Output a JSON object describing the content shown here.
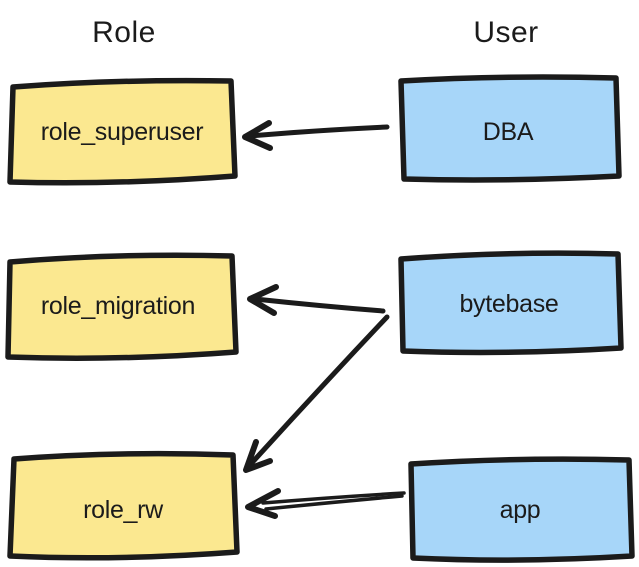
{
  "diagram": {
    "columns": [
      {
        "label": "Role"
      },
      {
        "label": "User"
      }
    ],
    "role_nodes": [
      {
        "id": "role_superuser",
        "label": "role_superuser"
      },
      {
        "id": "role_migration",
        "label": "role_migration"
      },
      {
        "id": "role_rw",
        "label": "role_rw"
      }
    ],
    "user_nodes": [
      {
        "id": "DBA",
        "label": "DBA"
      },
      {
        "id": "bytebase",
        "label": "bytebase"
      },
      {
        "id": "app",
        "label": "app"
      }
    ],
    "edges": [
      {
        "from": "DBA",
        "to": "role_superuser"
      },
      {
        "from": "bytebase",
        "to": "role_migration"
      },
      {
        "from": "bytebase",
        "to": "role_rw"
      },
      {
        "from": "app",
        "to": "role_rw"
      }
    ],
    "colors": {
      "role_fill": "#FBE890",
      "user_fill": "#A7D6F9",
      "ink": "#1B1B1B",
      "background": "#FFFFFF"
    }
  }
}
